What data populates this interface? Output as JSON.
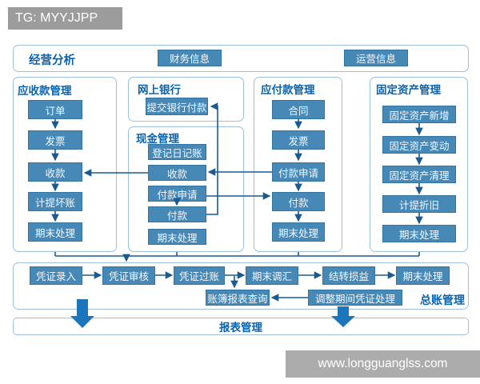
{
  "header": {
    "tag": "TG: MYYJJPP"
  },
  "footer": {
    "watermark": "www.longguanglss.com"
  },
  "top_bar": {
    "title": "经营分析",
    "buttons": [
      "财务信息",
      "运营信息"
    ]
  },
  "columns": [
    {
      "title": "应收款管理",
      "boxes": [
        "订单",
        "发票",
        "收款",
        "计提坏账",
        "期末处理"
      ]
    },
    {
      "title": "网上银行",
      "boxes": [
        "提交银行付款"
      ]
    },
    {
      "title": "现金管理",
      "boxes": [
        "登记日记账",
        "收款",
        "付款申请",
        "付款",
        "期末处理"
      ]
    },
    {
      "title": "应付款管理",
      "boxes": [
        "合同",
        "发票",
        "付款申请",
        "付款",
        "期末处理"
      ]
    },
    {
      "title": "固定资产管理",
      "boxes": [
        "固定资产新增",
        "固定资产变动",
        "固定资产清理",
        "计提折旧",
        "期末处理"
      ]
    }
  ],
  "general_ledger": {
    "title": "总账管理",
    "row1": [
      "凭证录入",
      "凭证审核",
      "凭证过账",
      "期末调汇",
      "结转损益",
      "期末处理"
    ],
    "row2": [
      "账簿报表查询",
      "调整期间凭证处理"
    ]
  },
  "report_bar": {
    "title": "报表管理"
  },
  "cross_links": [
    {
      "from": "应付款管理.付款申请",
      "to": "现金管理.收款"
    },
    {
      "from": "现金管理.收款",
      "to": "应收款管理.收款"
    },
    {
      "from": "现金管理.付款申请",
      "to": "应付款管理.付款"
    },
    {
      "from": "现金管理.付款",
      "to": "网上银行.提交银行付款"
    },
    {
      "from": "各模块.期末处理",
      "to": "总账管理.凭证录入"
    },
    {
      "from": "凭证过账",
      "to": "账簿报表查询"
    },
    {
      "from": "调整期间凭证处理",
      "to": "账簿报表查询"
    },
    {
      "from": "总账管理",
      "to": "报表管理"
    }
  ],
  "colors": {
    "box_fill": "#4689b7",
    "box_text": "#f4f9fd",
    "title_text": "#0c63aa",
    "line": "#1a5a8e",
    "container_border": "#9cc0dc",
    "thick_arrow": "#1c76bb",
    "tag_bar_gray": "#9c9c9c",
    "watermark_bar_gray": "#acacac"
  }
}
